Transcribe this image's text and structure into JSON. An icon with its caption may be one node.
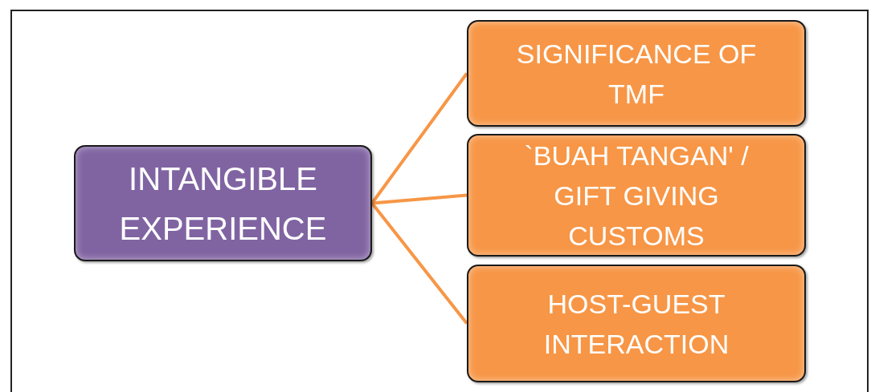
{
  "diagram": {
    "nodes": [
      {
        "text": [
          "INTANGIBLE EXPERIENCE"
        ]
      },
      {
        "text": [
          "SIGNIFICANCE OF TMF"
        ]
      },
      {
        "text": [
          "`BUAH TANGAN' / GIFT GIVING CUSTOMS"
        ]
      },
      {
        "text": [
          "HOST-GUEST INTERACTION"
        ]
      }
    ],
    "edges": [
      {
        "from": 0,
        "to": 1,
        "arrow": "none"
      },
      {
        "from": 0,
        "to": 2,
        "arrow": "none"
      },
      {
        "from": 0,
        "to": 3,
        "arrow": "none"
      }
    ]
  }
}
